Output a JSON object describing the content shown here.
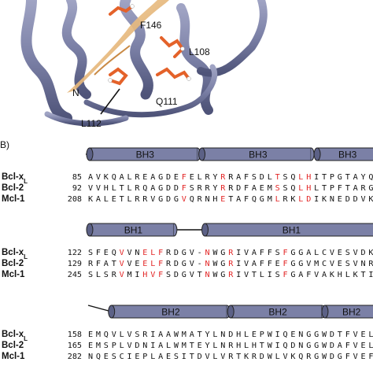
{
  "panel_label": "B)",
  "structure": {
    "residues": [
      "F146",
      "L108",
      "Q111",
      "L112"
    ],
    "terminus": "N"
  },
  "blocks": [
    {
      "rows": [
        {
          "protein": "Bcl-x",
          "sub": "L",
          "pos": "85",
          "seq": "AVKQALREAGDEFELRYRRAFSDLTSQLHITPGTAYQ"
        },
        {
          "protein": "Bcl-2",
          "sub": "",
          "pos": "92",
          "seq": "VVHLTLRQAGDDFSRRYRRDFAEMSSQLHLTPFTARG"
        },
        {
          "protein": "Mcl-1",
          "sub": "",
          "pos": "208",
          "seq": "KALETLRRVGDGVQRNHETAFQGMLRKLDIKNEDDVK"
        }
      ],
      "highlights": [
        12,
        17,
        24,
        27,
        28
      ],
      "domains": [
        "BH3",
        "BH3",
        "BH3"
      ]
    },
    {
      "rows": [
        {
          "protein": "Bcl-x",
          "sub": "L",
          "pos": "122",
          "seq": "SFEQVVNELFRDGV-NWGRIVAFFSFGGALCVESVDK"
        },
        {
          "protein": "Bcl-2",
          "sub": "",
          "pos": "129",
          "seq": "RFATVVEELFRDGV-NWGRIVAFFEFGGVMCVESVNR"
        },
        {
          "protein": "Mcl-1",
          "sub": "",
          "pos": "245",
          "seq": "SLSRVMIHVFSDGVTNWGRIVTLISFGAFVAKHLKTI"
        }
      ],
      "highlights": [
        4,
        7,
        8,
        9,
        15,
        18,
        25
      ],
      "domains": [
        "BH1",
        "BH1"
      ]
    },
    {
      "rows": [
        {
          "protein": "Bcl-x",
          "sub": "L",
          "pos": "158",
          "seq": "EMQVLVSRIAAWMATYLNDHLEPWIQENGGWDTFVEL"
        },
        {
          "protein": "Bcl-2",
          "sub": "",
          "pos": "165",
          "seq": "EMSPLVDNIALWMTEYLNRHLHTWIQDNGGWDAFVEL"
        },
        {
          "protein": "Mcl-1",
          "sub": "",
          "pos": "282",
          "seq": "NQESCIEPLAESITDVLVRTKRDWLVKQRGWDGFVEF"
        }
      ],
      "highlights": [],
      "domains": [
        "BH2",
        "BH2",
        "BH2"
      ]
    }
  ],
  "colors": {
    "helix": "#7b80a6",
    "helix_dark": "#5c6186",
    "ribbon": "#8a8fb2",
    "peptide": "#e7b676",
    "side_chain": "#e4622a",
    "highlight": "#e32626"
  }
}
